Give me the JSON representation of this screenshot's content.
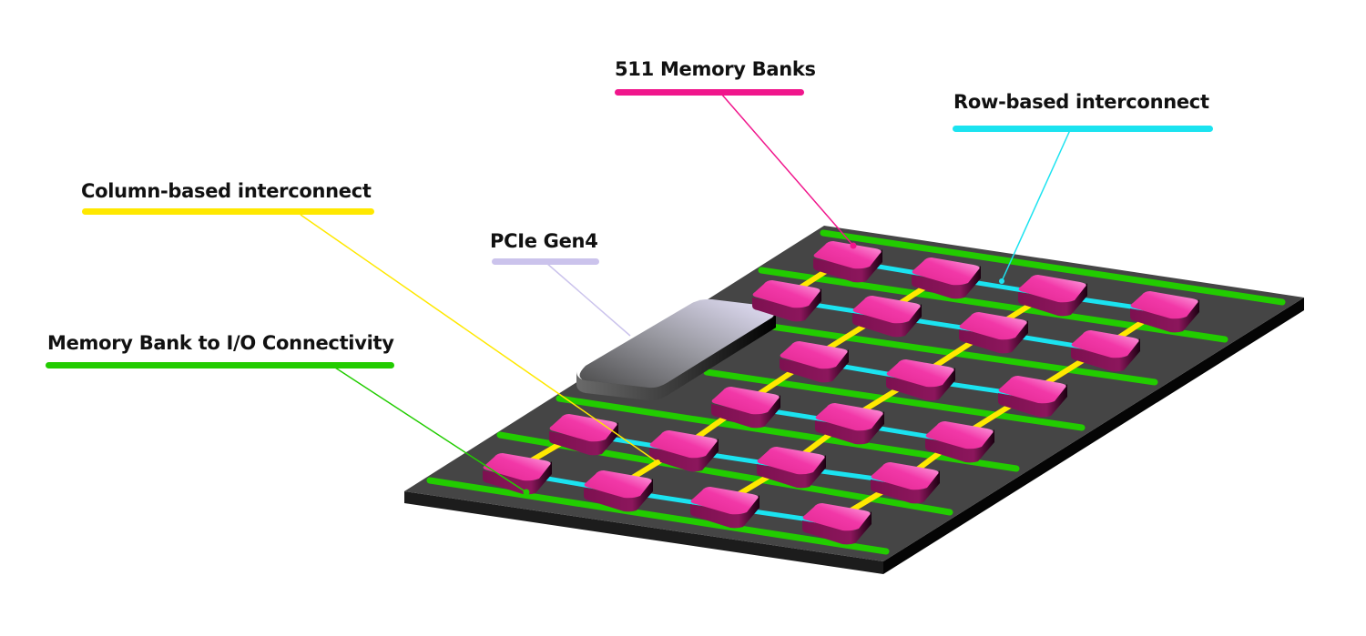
{
  "diagram": {
    "title": "Memory bank architecture",
    "callouts": [
      {
        "id": "memory-banks",
        "label": "511 Memory Banks",
        "color": "#f0168c"
      },
      {
        "id": "row-interconnect",
        "label": "Row-based interconnect",
        "color": "#1be3f0"
      },
      {
        "id": "column-interconnect",
        "label": "Column-based interconnect",
        "color": "#ffe800"
      },
      {
        "id": "pcie",
        "label": "PCIe Gen4",
        "color": "#cbc3ec"
      },
      {
        "id": "io-connectivity",
        "label": "Memory Bank to I/O Connectivity",
        "color": "#22cc00"
      }
    ],
    "colors": {
      "board_top": "#454545",
      "board_side": "#1c1c1c",
      "board_edge": "#050505",
      "bank_top": "#f23aa6",
      "bank_highlight": "#ffa3e4",
      "bank_side": "#8a1459",
      "io_line": "#22cc00",
      "row_link": "#1be3f0",
      "column_link": "#ffe800",
      "pcie_light": "#e4e0fa",
      "pcie_dark": "#4e4e4e"
    }
  }
}
